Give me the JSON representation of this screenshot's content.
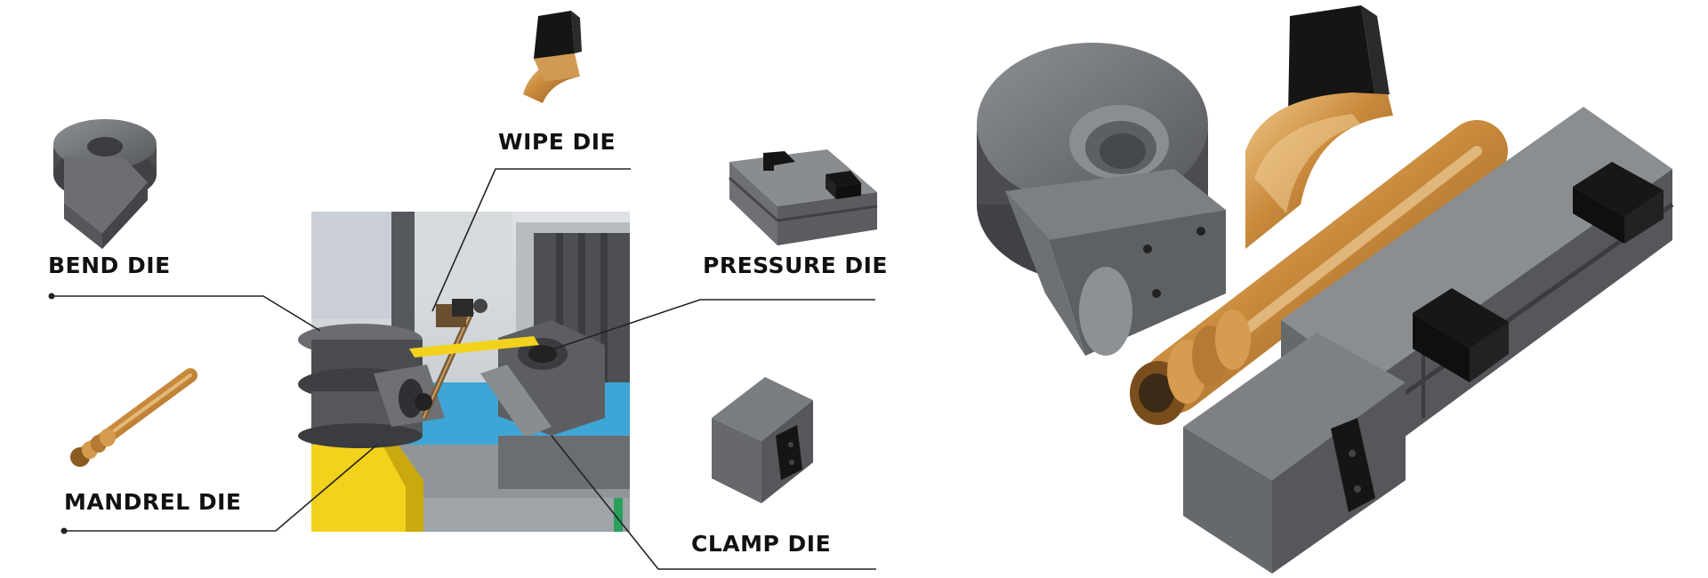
{
  "labels": {
    "bend_die": "BEND DIE",
    "wipe_die": "WIPE DIE",
    "pressure_die": "PRESSURE DIE",
    "mandrel_die": "MANDREL DIE",
    "clamp_die": "CLAMP DIE"
  },
  "colors": {
    "steel": "#6b6d70",
    "steel_dark": "#4a4c4f",
    "steel_light": "#8d9093",
    "brass": "#c98a3c",
    "brass_light": "#e8b970",
    "black_part": "#151515",
    "leader_line": "#222222",
    "machine_yellow": "#f2d21c",
    "machine_blue": "#3ea6d6"
  }
}
